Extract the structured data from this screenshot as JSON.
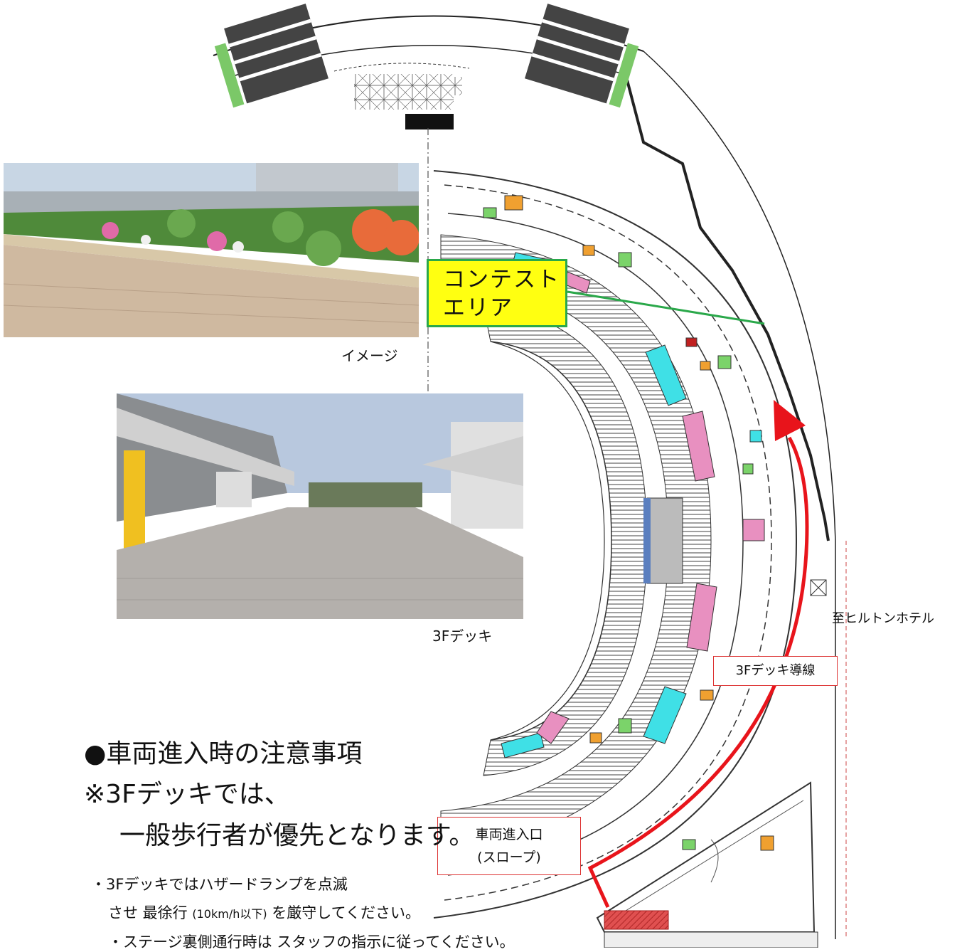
{
  "photos": {
    "image_caption": "イメージ",
    "deck_caption": "3Fデッキ"
  },
  "labels": {
    "contest_area_line1": "コンテスト",
    "contest_area_line2": "エリア",
    "hilton": "至ヒルトンホテル",
    "deck_route": "3Fデッキ導線",
    "vehicle_entrance_line1": "車両進入口",
    "vehicle_entrance_line2": "(スロープ)"
  },
  "notes": {
    "title": "●車両進入時の注意事項",
    "line1": "※3Fデッキでは、",
    "line2": "一般歩行者が優先となります。",
    "bullet1": "・3Fデッキではハザードランプを点滅",
    "bullet2_a": "させ 最徐行",
    "bullet2_small": "(10km/h以下)",
    "bullet2_b": "を厳守してください。",
    "bullet3": "・ステージ裏側通行時は スタッフの指示に従ってください。"
  },
  "colors": {
    "route_red": "#e8141b",
    "contest_yellow": "#ffff11",
    "contest_border": "#2aa84a",
    "seat_cyan": "#3fe0e6",
    "seat_pink": "#e890c0"
  }
}
